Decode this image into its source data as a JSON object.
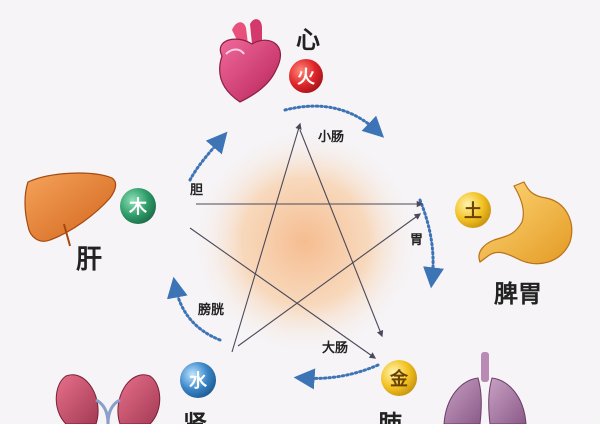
{
  "organs": {
    "heart": "心",
    "liver": "肝",
    "spleen_stomach": "脾胃",
    "lung": "肺",
    "kidney": "肾"
  },
  "elements": {
    "fire": "火",
    "wood": "木",
    "earth": "土",
    "metal": "金",
    "water": "水"
  },
  "bowels": {
    "small_intestine": "小肠",
    "gallbladder": "胆",
    "stomach": "胃",
    "large_intestine": "大肠",
    "bladder": "膀胱"
  },
  "colors": {
    "fire": "#e0262b",
    "wood": "#2f9d6a",
    "earth": "#f3c222",
    "metal": "#f4c51a",
    "water": "#3a86c8",
    "cycle_arrow": "#3d74b6",
    "center_glow": "#f2b27e"
  }
}
